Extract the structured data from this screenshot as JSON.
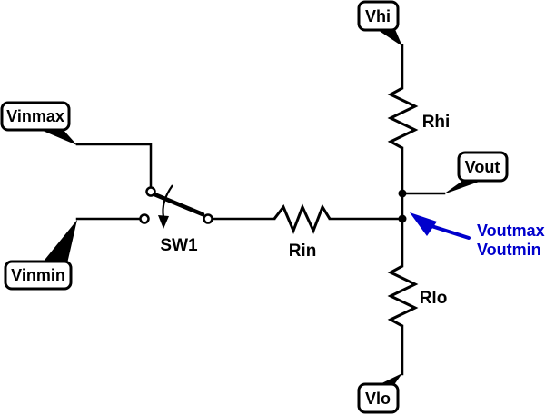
{
  "schematic": {
    "background_color": "#ffffff",
    "wire_color": "#000000",
    "annotation_color": "#0000cc",
    "net_flags": {
      "vinmax": {
        "label": "Vinmax"
      },
      "vinmin": {
        "label": "Vinmin"
      },
      "vhi": {
        "label": "Vhi"
      },
      "vout": {
        "label": "Vout"
      },
      "vlo": {
        "label": "Vlo"
      }
    },
    "components": {
      "sw1": {
        "label": "SW1",
        "type": "spdt-switch"
      },
      "rin": {
        "label": "Rin",
        "type": "resistor"
      },
      "rhi": {
        "label": "Rhi",
        "type": "resistor"
      },
      "rlo": {
        "label": "Rlo",
        "type": "resistor"
      }
    },
    "annotation": {
      "line1": "Voutmax",
      "line2": "Voutmin"
    }
  }
}
